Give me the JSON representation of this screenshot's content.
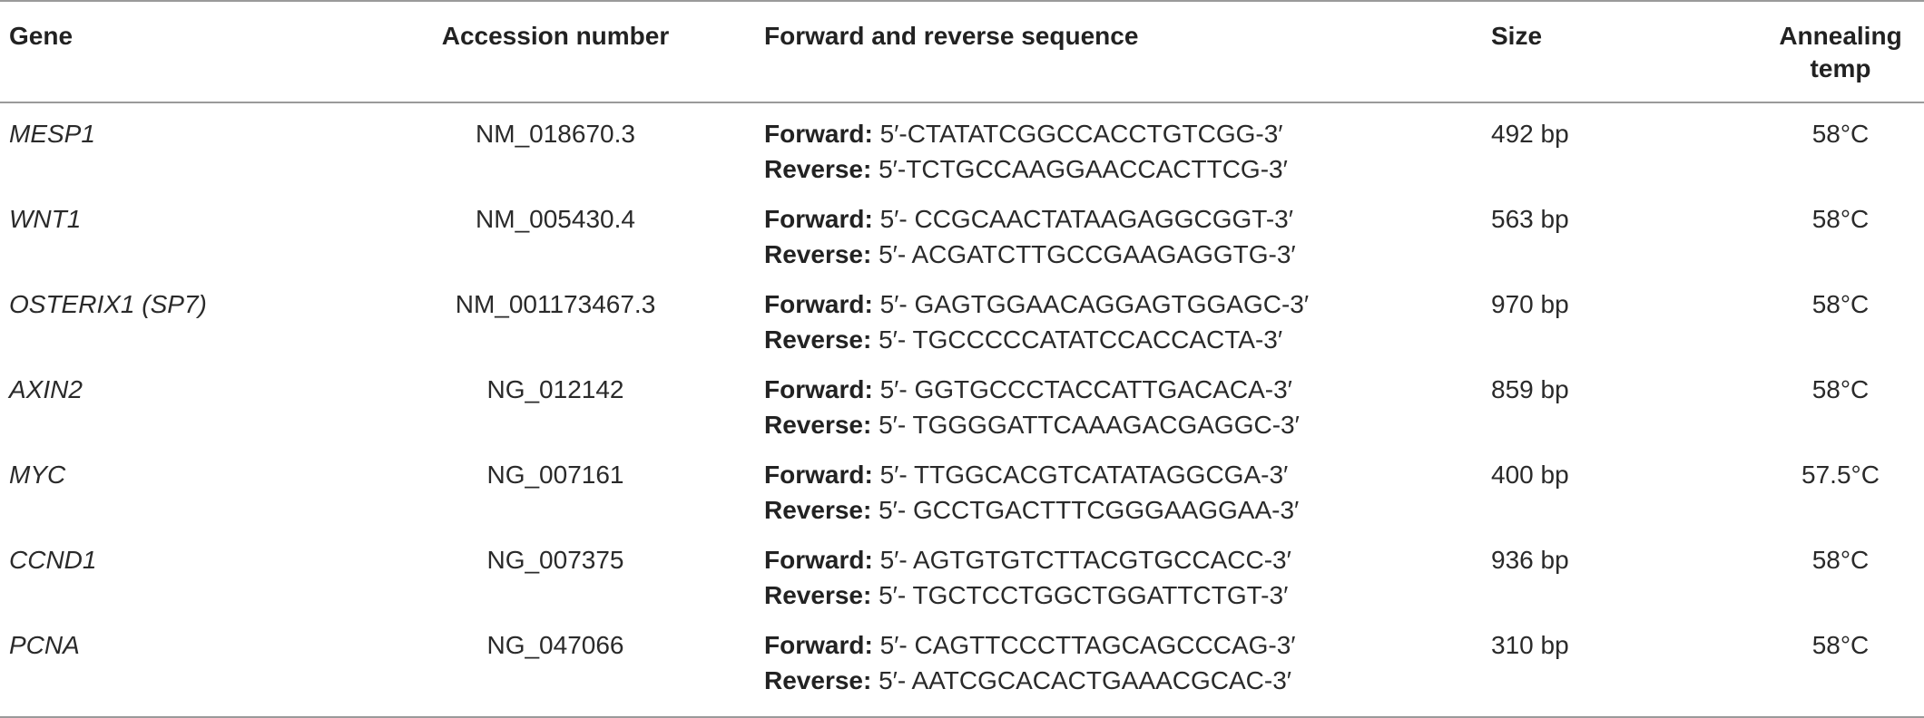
{
  "table": {
    "headers": {
      "gene": "Gene",
      "accession": "Accession number",
      "sequence": "Forward and reverse sequence",
      "size": "Size",
      "temp": "Annealing temp"
    },
    "forward_label": "Forward:",
    "reverse_label": "Reverse:",
    "rows": [
      {
        "gene": "MESP1",
        "accession": "NM_018670.3",
        "forward": "5′-CTATATCGGCCACCTGTCGG-3′",
        "reverse": "5′-TCTGCCAAGGAACCACTTCG-3′",
        "size": "492 bp",
        "temp": "58°C"
      },
      {
        "gene": "WNT1",
        "accession": "NM_005430.4",
        "forward": "5′- CCGCAACTATAAGAGGCGGT-3′",
        "reverse": "5′- ACGATCTTGCCGAAGAGGTG-3′",
        "size": "563 bp",
        "temp": "58°C"
      },
      {
        "gene": "OSTERIX1 (SP7)",
        "accession": "NM_001173467.3",
        "forward": "5′- GAGTGGAACAGGAGTGGAGC-3′",
        "reverse": "5′- TGCCCCCATATCCACCACTA-3′",
        "size": "970 bp",
        "temp": "58°C"
      },
      {
        "gene": "AXIN2",
        "accession": "NG_012142",
        "forward": "5′- GGTGCCCTACCATTGACACA-3′",
        "reverse": "5′- TGGGGATTCAAAGACGAGGC-3′",
        "size": "859 bp",
        "temp": "58°C"
      },
      {
        "gene": "MYC",
        "accession": "NG_007161",
        "forward": "5′- TTGGCACGTCATATAGGCGA-3′",
        "reverse": "5′- GCCTGACTTTCGGGAAGGAA-3′",
        "size": "400 bp",
        "temp": "57.5°C"
      },
      {
        "gene": "CCND1",
        "accession": "NG_007375",
        "forward": "5′- AGTGTGTCTTACGTGCCACC-3′",
        "reverse": "5′- TGCTCCTGGCTGGATTCTGT-3′",
        "size": "936 bp",
        "temp": "58°C"
      },
      {
        "gene": "PCNA",
        "accession": "NG_047066",
        "forward": "5′- CAGTTCCCTTAGCAGCCCAG-3′",
        "reverse": "5′- AATCGCACACTGAAACGCAC-3′",
        "size": "310 bp",
        "temp": "58°C"
      }
    ]
  }
}
